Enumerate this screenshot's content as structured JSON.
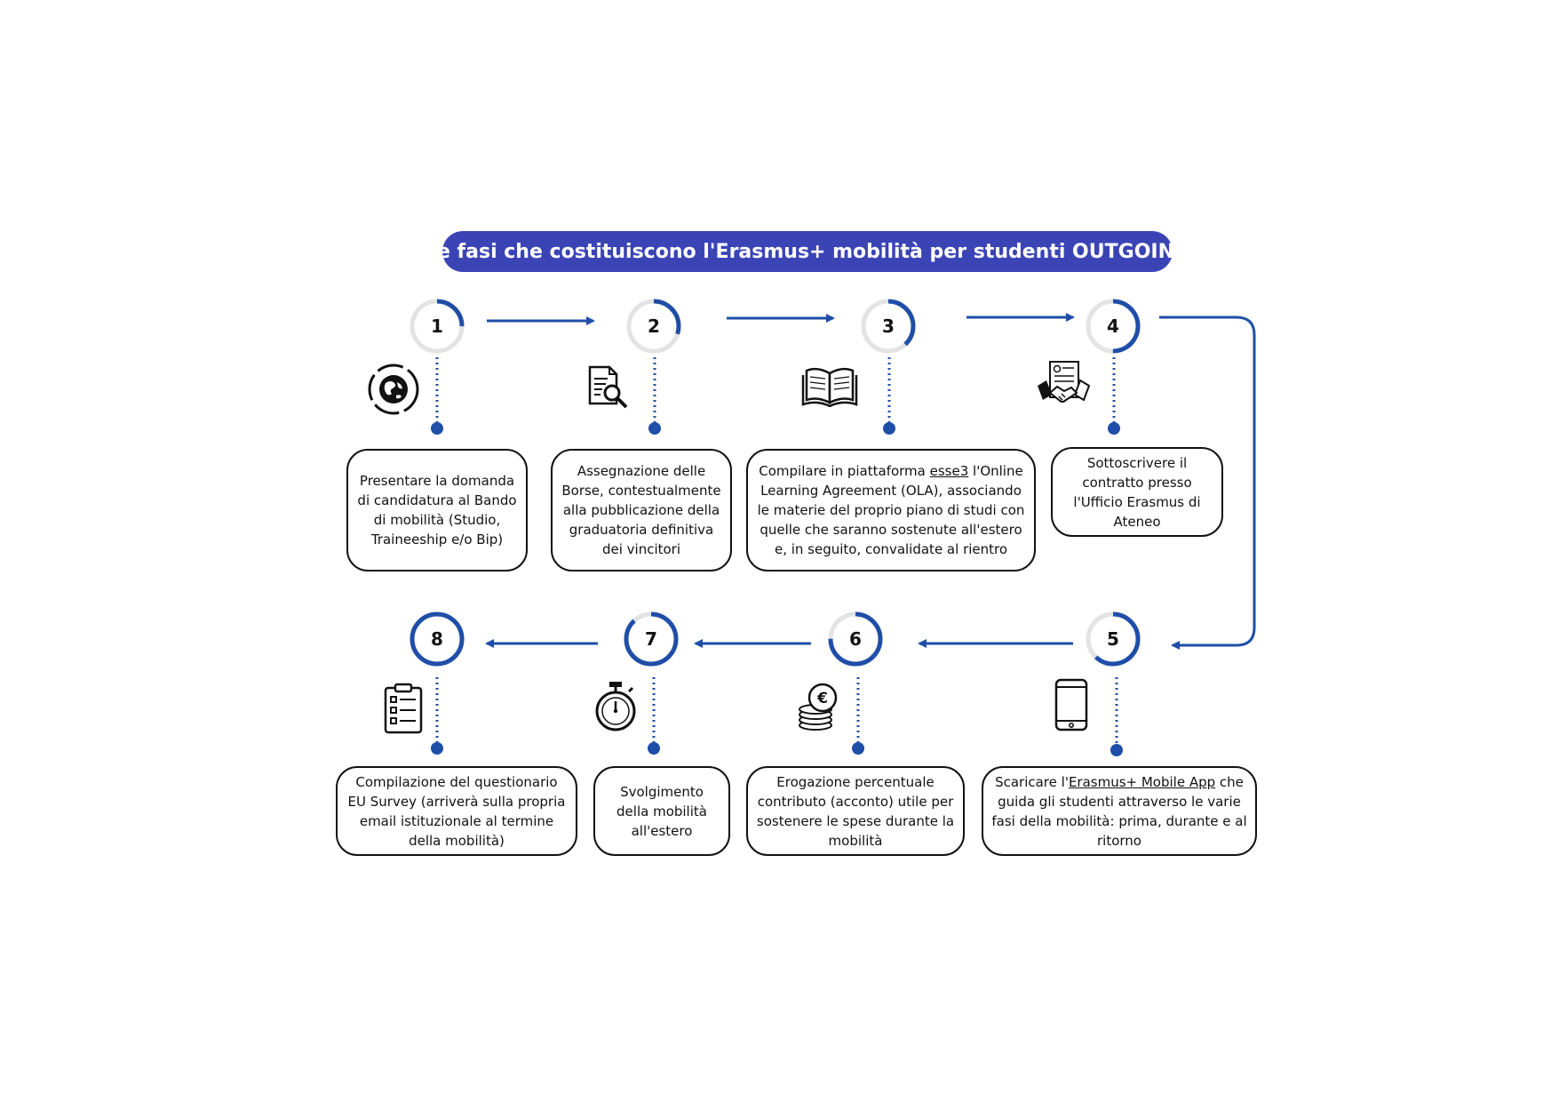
{
  "title": "Le fasi che costituiscono l'Erasmus+ mobilità per studenti OUTGOING",
  "colors": {
    "title_bg": "#3b44b5",
    "accent": "#1f4ea8",
    "ring_track": "#e3e3e3",
    "text": "#111111",
    "background": "#ffffff"
  },
  "steps": [
    {
      "number": "1",
      "icon": "globe-icon",
      "text": "Presentare la domanda di candidatura al Bando di mobilità (Studio, Traineeship e/o Bip)",
      "progress": 0.25
    },
    {
      "number": "2",
      "icon": "document-search-icon",
      "text": "Assegnazione delle Borse, contestualmente alla pubblicazione della graduatoria definitiva dei vincitori",
      "progress": 0.3
    },
    {
      "number": "3",
      "icon": "open-book-icon",
      "text_before_link": "Compilare in piattaforma ",
      "link_text": "esse3",
      "text_after_link": " l'Online Learning Agreement (OLA), associando le materie del proprio piano di studi con quelle che saranno sostenute all'estero e, in seguito, convalidate al rientro",
      "progress": 0.38
    },
    {
      "number": "4",
      "icon": "contract-handshake-icon",
      "text": "Sottoscrivere il contratto presso l'Ufficio Erasmus di Ateneo",
      "progress": 0.5
    },
    {
      "number": "5",
      "icon": "smartphone-icon",
      "text_before_link": "Scaricare l'",
      "link_text": "Erasmus+ Mobile App",
      "text_after_link": " che guida gli studenti attraverso le varie fasi della mobilità: prima, durante e al ritorno",
      "progress": 0.62
    },
    {
      "number": "6",
      "icon": "euro-coins-icon",
      "text": "Erogazione percentuale contributo (acconto) utile per sostenere le spese durante la mobilità",
      "progress": 0.75
    },
    {
      "number": "7",
      "icon": "stopwatch-icon",
      "text": "Svolgimento della mobilità all'estero",
      "progress": 0.88
    },
    {
      "number": "8",
      "icon": "clipboard-checklist-icon",
      "text": "Compilazione del questionario EU Survey (arriverà sulla propria email istituzionale al termine della mobilità)",
      "progress": 1.0
    }
  ]
}
